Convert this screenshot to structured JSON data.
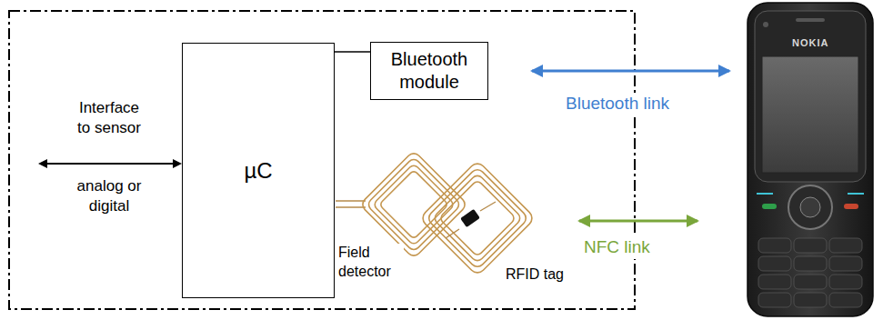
{
  "diagram": {
    "nodes": [
      {
        "text": [
          "µC"
        ]
      },
      {
        "text": [
          "Bluetooth module"
        ]
      }
    ],
    "edges": [
      {
        "from": 0,
        "to": 1,
        "arrow": "none"
      }
    ],
    "labels": [
      "Interface to sensor",
      "analog or digital",
      "Bluetooth link",
      "NFC link",
      "Field detector",
      "RFID tag",
      "NOKIA"
    ]
  }
}
